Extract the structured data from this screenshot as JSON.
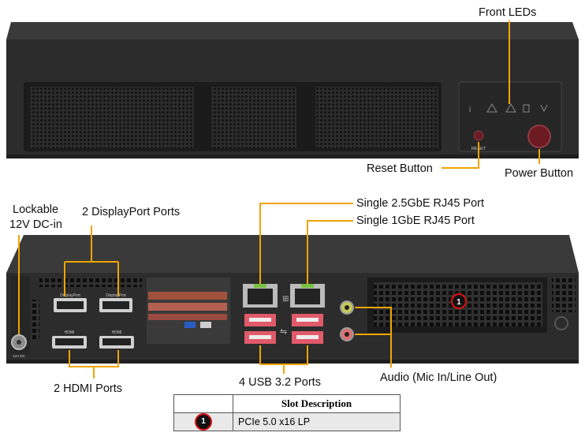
{
  "callouts": {
    "front_leds": "Front LEDs",
    "reset_button": "Reset Button",
    "power_button": "Power Button",
    "lockable_line1": "Lockable",
    "lockable_line2": "12V DC-in",
    "displayport": "2 DisplayPort Ports",
    "rj45_25": "Single 2.5GbE RJ45 Port",
    "rj45_1": "Single 1GbE RJ45 Port",
    "hdmi": "2 HDMI Ports",
    "usb": "4 USB 3.2 Ports",
    "audio": "Audio (Mic In/Line Out)"
  },
  "device_text": {
    "reset": "RESET",
    "dp_left": "DisplayPort",
    "dp_right": "DisplayPort",
    "hdmi_left": "HDMI",
    "hdmi_right": "HDMI",
    "dc": "12V DC",
    "slot_badge": "1"
  },
  "table": {
    "header": "Slot Description",
    "rows": [
      {
        "num": "1",
        "desc": "PCIe 5.0 x16 LP"
      }
    ]
  },
  "colors": {
    "callout_line": "#f0a500",
    "chassis": "#2a2a2a",
    "badge_ring": "#dd1111"
  }
}
